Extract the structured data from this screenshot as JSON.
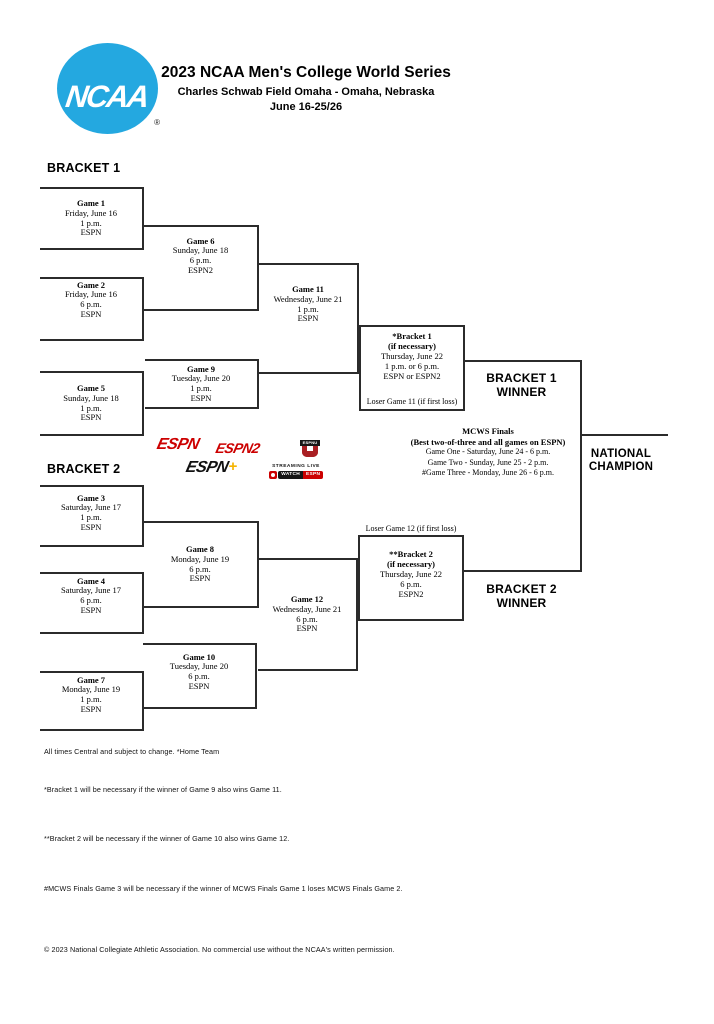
{
  "header": {
    "logo_text": "NCAA",
    "registered_mark": "®",
    "title": "2023 NCAA Men's College World Series",
    "subtitle": "Charles Schwab Field Omaha - Omaha, Nebraska",
    "dates": "June 16-25/26"
  },
  "labels": {
    "bracket1": "BRACKET 1",
    "bracket2": "BRACKET 2",
    "bracket1_winner_l1": "BRACKET 1",
    "bracket1_winner_l2": "WINNER",
    "bracket2_winner_l1": "BRACKET 2",
    "bracket2_winner_l2": "WINNER",
    "champion_l1": "NATIONAL",
    "champion_l2": "CHAMPION"
  },
  "games": {
    "g1": {
      "name": "Game 1",
      "date": "Friday, June 16",
      "time": "1 p.m.",
      "network": "ESPN"
    },
    "g2": {
      "name": "Game 2",
      "date": "Friday, June 16",
      "time": "6 p.m.",
      "network": "ESPN"
    },
    "g3": {
      "name": "Game 3",
      "date": "Saturday, June 17",
      "time": "1 p.m.",
      "network": "ESPN"
    },
    "g4": {
      "name": "Game 4",
      "date": "Saturday, June 17",
      "time": "6 p.m.",
      "network": "ESPN"
    },
    "g5": {
      "name": "Game 5",
      "date": "Sunday, June 18",
      "time": "1 p.m.",
      "network": "ESPN"
    },
    "g6": {
      "name": "Game 6",
      "date": "Sunday, June 18",
      "time": "6 p.m.",
      "network": "ESPN2"
    },
    "g7": {
      "name": "Game 7",
      "date": "Monday, June 19",
      "time": "1 p.m.",
      "network": "ESPN"
    },
    "g8": {
      "name": "Game 8",
      "date": "Monday, June 19",
      "time": "6 p.m.",
      "network": "ESPN"
    },
    "g9": {
      "name": "Game 9",
      "date": "Tuesday, June 20",
      "time": "1 p.m.",
      "network": "ESPN"
    },
    "g10": {
      "name": "Game 10",
      "date": "Tuesday, June 20",
      "time": "6 p.m.",
      "network": "ESPN"
    },
    "g11": {
      "name": "Game 11",
      "date": "Wednesday, June 21",
      "time": "1 p.m.",
      "network": "ESPN"
    },
    "g12": {
      "name": "Game 12",
      "date": "Wednesday, June 21",
      "time": "6 p.m.",
      "network": "ESPN"
    }
  },
  "if_necessary": {
    "b1": {
      "name": "*Bracket 1",
      "condition": "(if necessary)",
      "date": "Thursday, June 22",
      "time": "1 p.m. or 6 p.m.",
      "network": "ESPN or ESPN2",
      "loser_note": "Loser Game 11 (if first loss)"
    },
    "b2": {
      "name": "**Bracket 2",
      "condition": "(if necessary)",
      "date": "Thursday, June 22",
      "time": "6 p.m.",
      "network": "ESPN2",
      "loser_note": "Loser Game 12 (if first loss)"
    }
  },
  "finals": {
    "title": "MCWS Finals",
    "format": "(Best two-of-three and all games on ESPN)",
    "game_one": "Game One - Saturday, June 24 - 6 p.m.",
    "game_two": "Game Two - Sunday, June 25 - 2 p.m.",
    "game_three": "#Game Three - Monday, June 26 - 6 p.m."
  },
  "logos": {
    "espn": "ESPN",
    "espn2": "ESPN2",
    "espnu_banner": "ESPNU",
    "espn_plus_text": "ESPN",
    "espn_plus_sign": "+",
    "streaming_live": "STREAMING LIVE",
    "watch": "WATCH",
    "watch_espn": "ESPN"
  },
  "notes": {
    "times": "All times Central and subject to change. *Home Team",
    "bracket1": "*Bracket 1 will be necessary if the winner of Game 9 also wins Game 11.",
    "bracket2": "**Bracket 2 will be necessary if the winner of Game 10 also wins Game 12.",
    "mcws": "#MCWS Finals Game 3 will be necessary if the winner of MCWS Finals Game 1 loses MCWS Finals Game 2.",
    "copyright": "© 2023 National Collegiate Athletic Association. No commercial use without the NCAA's written permission."
  },
  "colors": {
    "ncaa_blue": "#24A8E0",
    "espn_red": "#CC0000",
    "espn_plus_yellow": "#F5B400",
    "line_color": "#2b2b2b"
  }
}
